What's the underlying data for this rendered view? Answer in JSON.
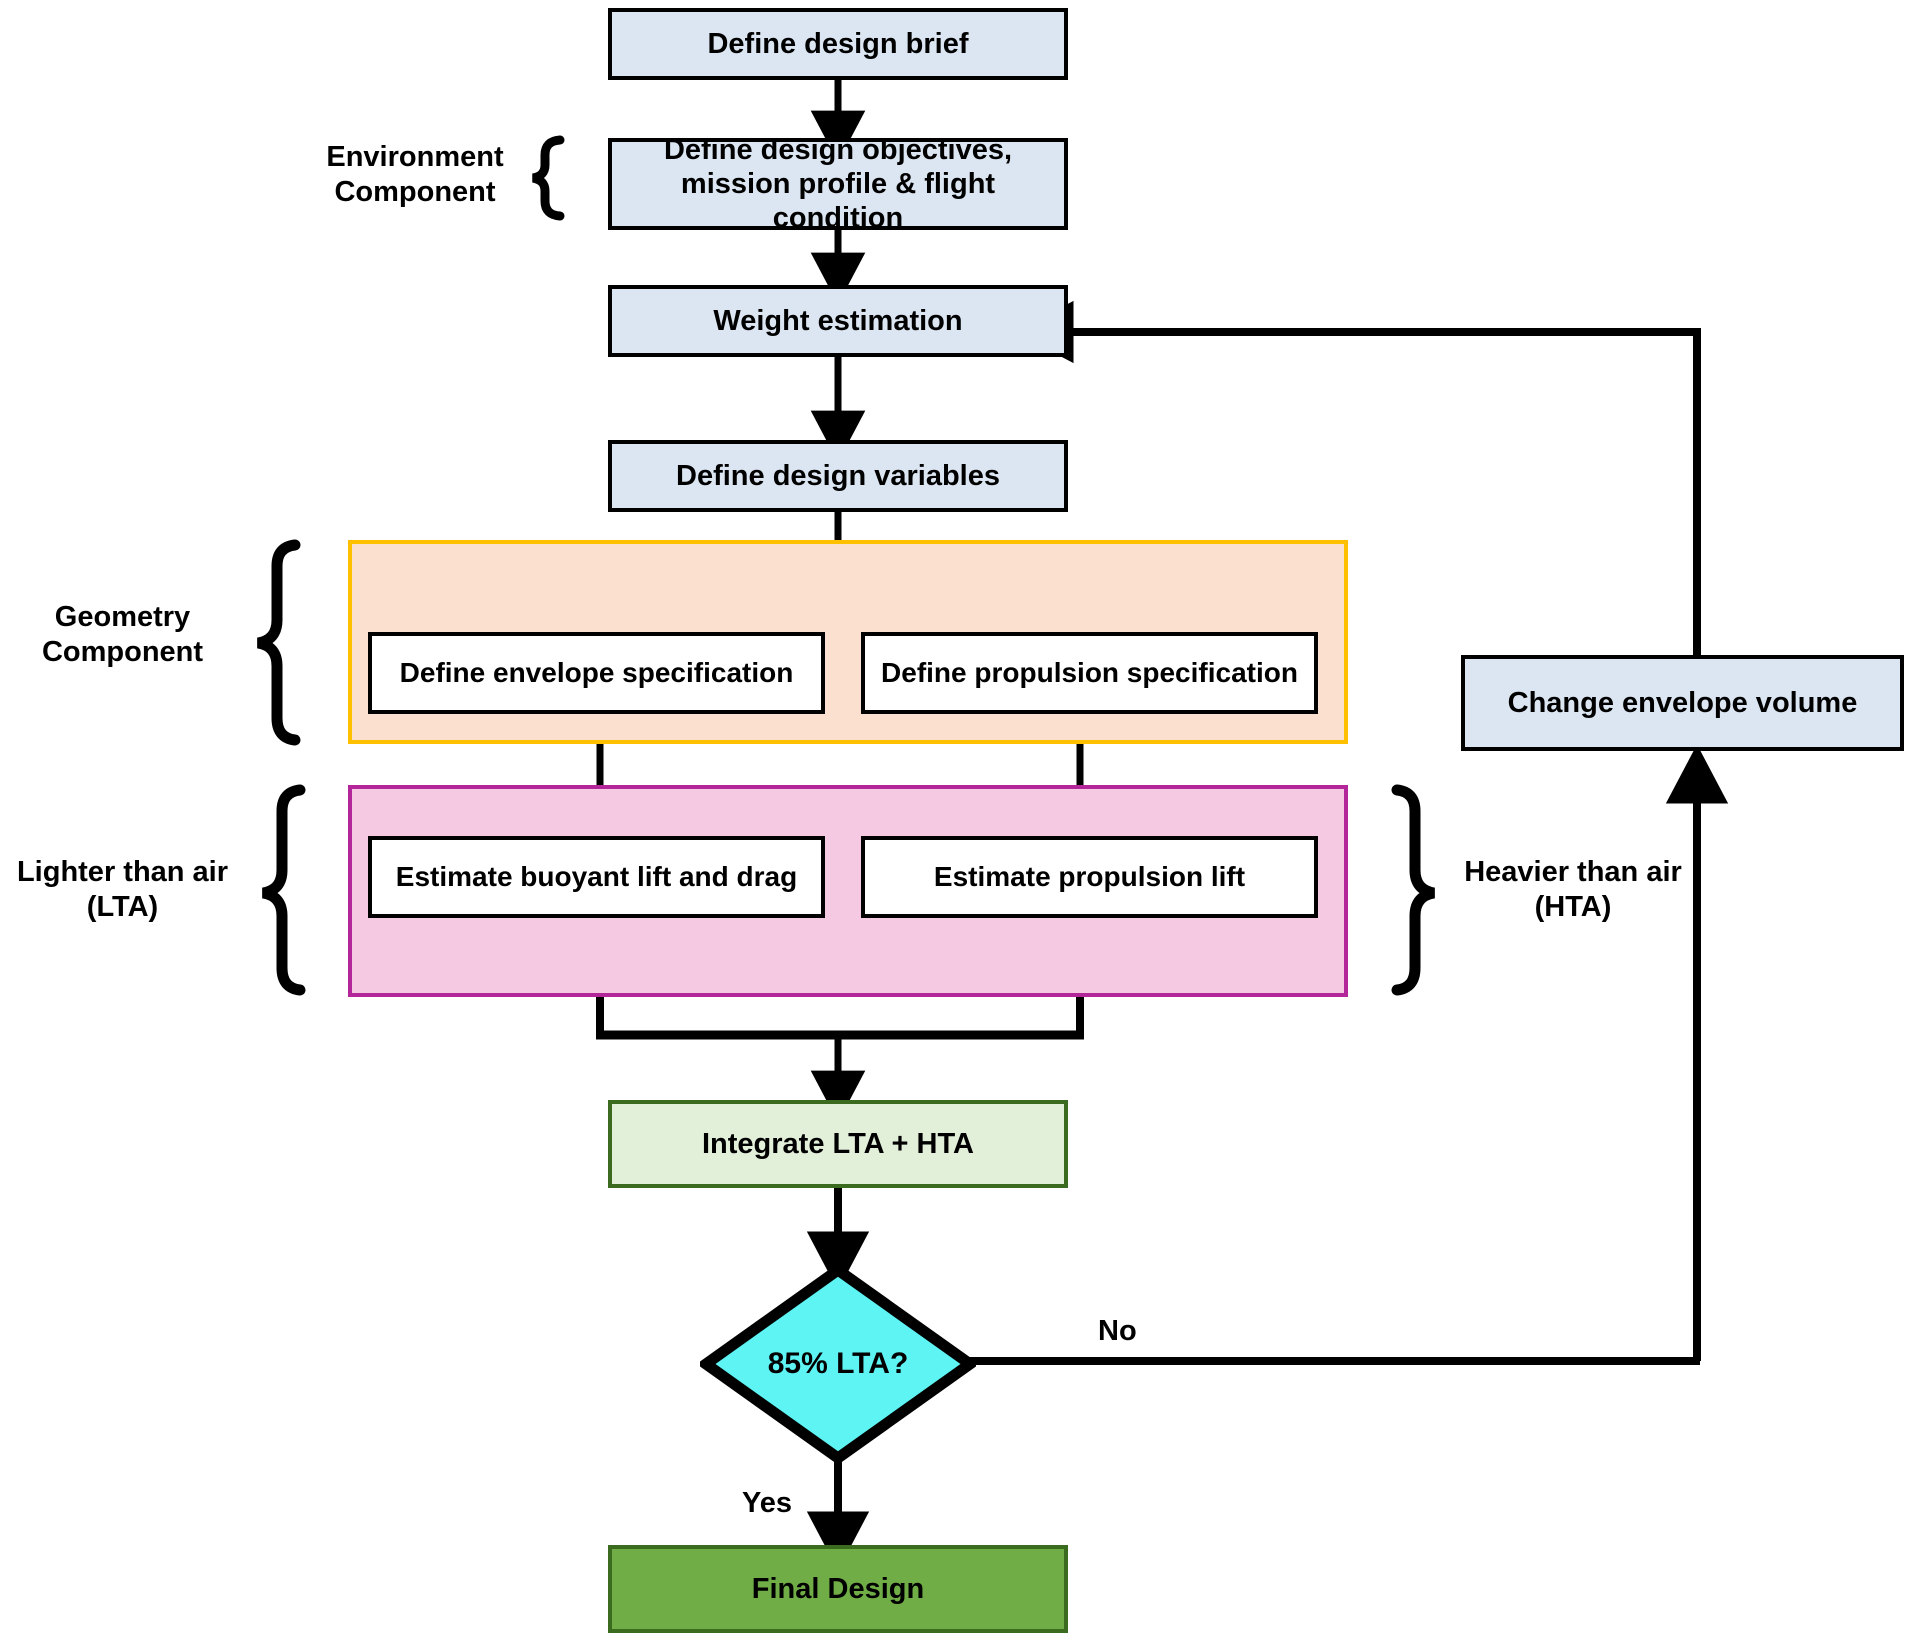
{
  "diagram": {
    "title": "Hybrid airship conceptual design process flowchart",
    "colors": {
      "node_blue_fill": "#dce6f2",
      "node_blue_border": "#000000",
      "node_white_fill": "#ffffff",
      "group_geometry_fill": "#fbe0cf",
      "group_geometry_border": "#ffc000",
      "group_lta_fill": "#f6c9e3",
      "group_lta_border": "#b2269a",
      "integrate_fill": "#e2efd9",
      "integrate_border": "#3a6b1f",
      "final_fill": "#70ad47",
      "final_border": "#3a6b1f",
      "decision_fill": "#5ef4f4",
      "decision_border": "#000000",
      "connector": "#000000"
    },
    "nodes": {
      "design_brief": "Define design brief",
      "design_objectives": "Define design objectives, mission profile & flight condition",
      "weight_estimation": "Weight estimation",
      "design_variables": "Define design variables",
      "envelope_spec": "Define envelope  specification",
      "propulsion_spec": "Define propulsion specification",
      "buoyant_lift": "Estimate buoyant lift and drag",
      "propulsion_lift": "Estimate propulsion lift",
      "integrate": "Integrate LTA + HTA",
      "decision": "85% LTA?",
      "final_design": "Final Design",
      "change_volume": "Change envelope volume"
    },
    "side_labels": {
      "environment": "Environment\nComponent",
      "environment_line1": "Environment",
      "environment_line2": "Component",
      "geometry_line1": "Geometry",
      "geometry_line2": "Component",
      "lta_line1": "Lighter than air",
      "lta_line2": "(LTA)",
      "hta_line1": "Heavier than air",
      "hta_line2": "(HTA)"
    },
    "edge_labels": {
      "yes": "Yes",
      "no": "No"
    }
  }
}
